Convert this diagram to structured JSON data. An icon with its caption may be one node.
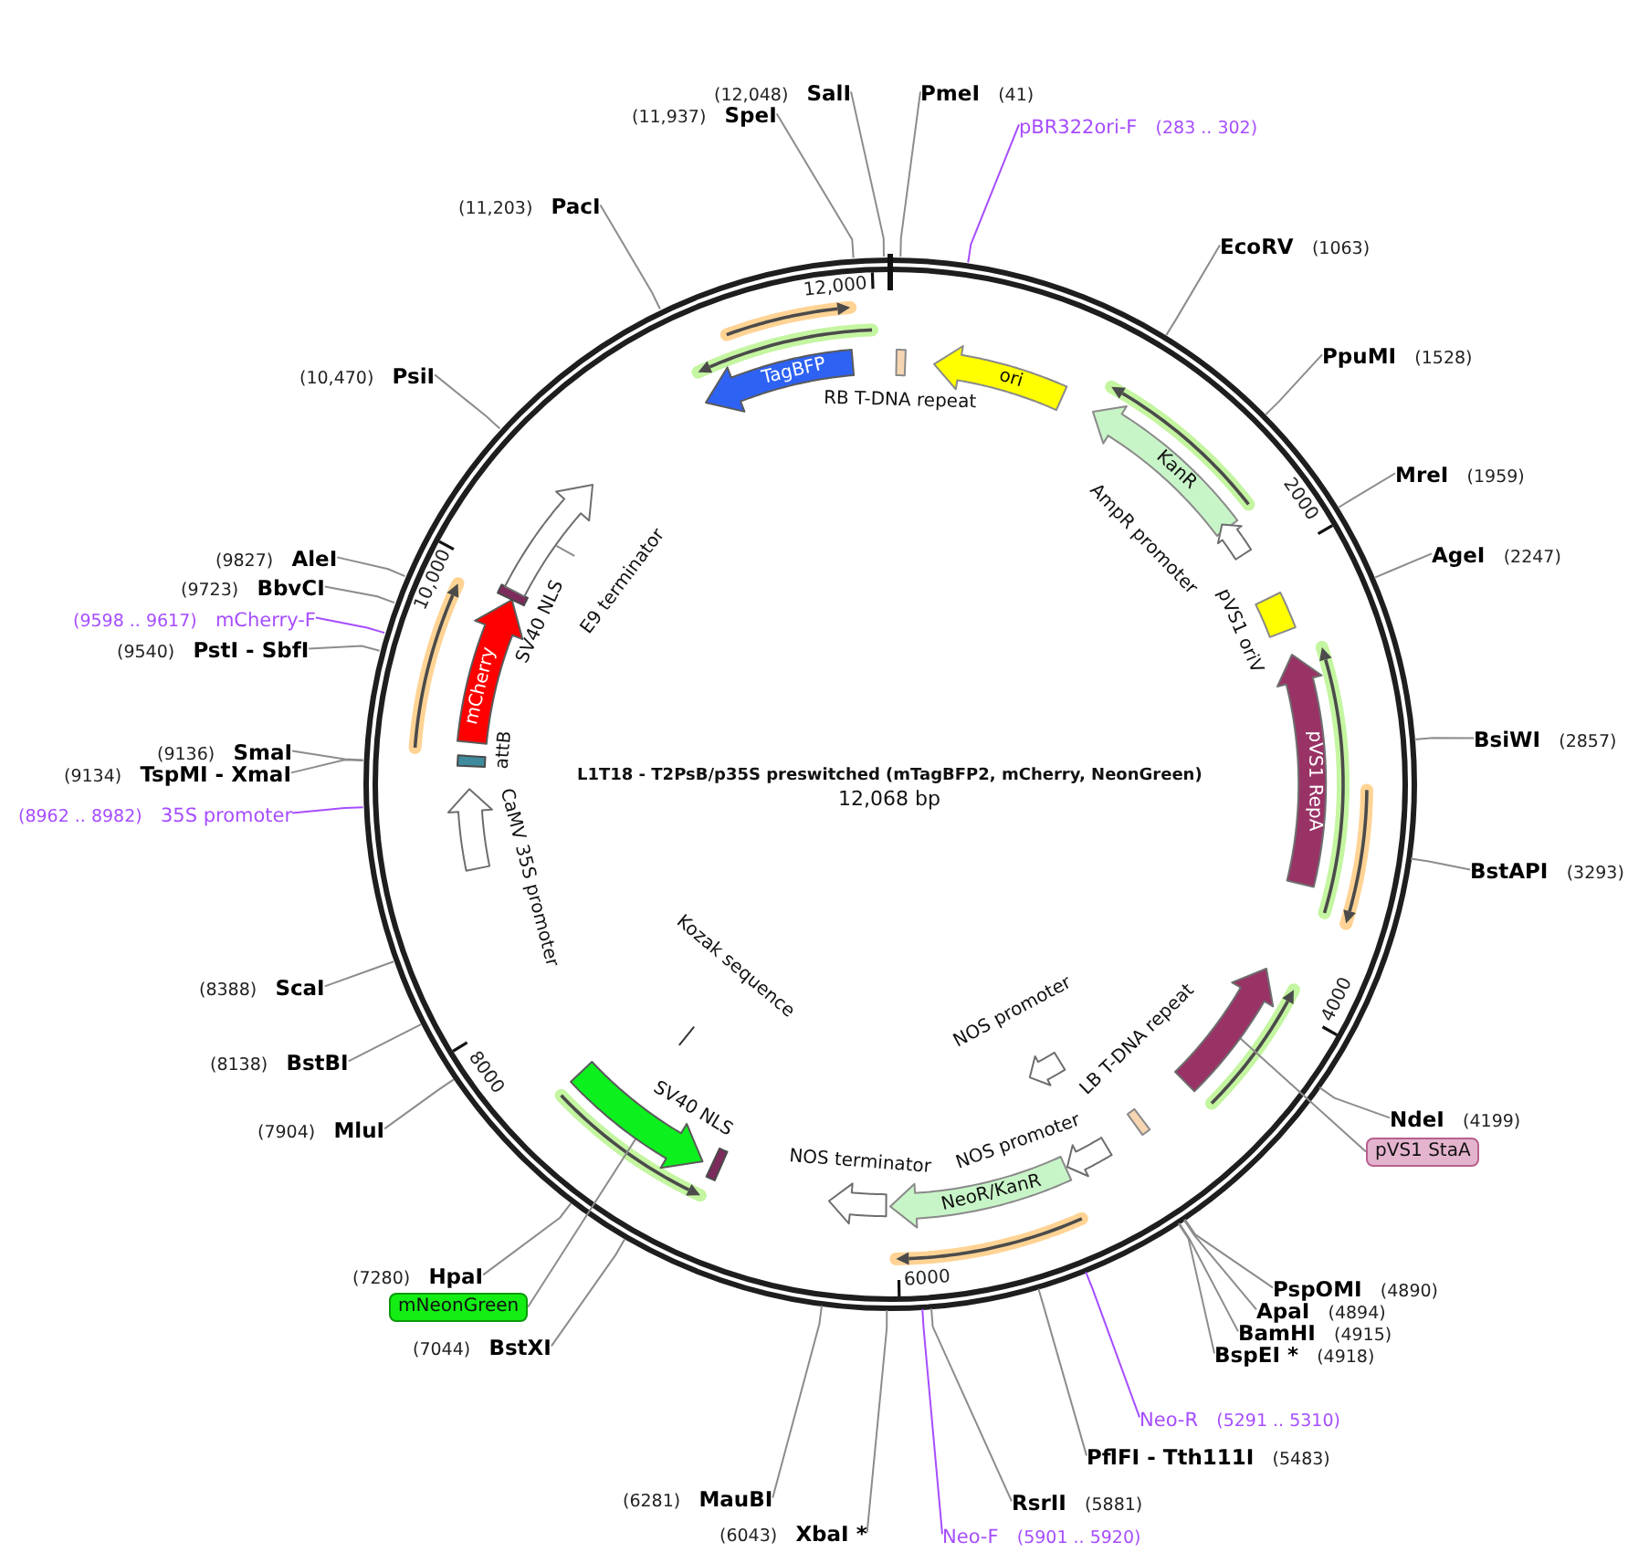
{
  "diagram": {
    "nodes": [
      {
        "text": [
          "L1T18 - T2PsB/p35S preswitched (mTagBFP2, mCherry, NeonGreen)",
          "12,068 bp"
        ]
      },
      {
        "text": [
          "RB T-DNA repeat"
        ],
        "in": 0
      },
      {
        "text": [
          "ori"
        ],
        "in": 0
      },
      {
        "text": [
          "KanR"
        ],
        "in": 0
      },
      {
        "text": [
          "AmpR promoter"
        ],
        "in": 0
      },
      {
        "text": [
          "pVS1 oriV"
        ],
        "in": 0
      },
      {
        "text": [
          "pVS1 RepA"
        ],
        "in": 0
      },
      {
        "text": [],
        "shape": "arrow",
        "in": 0
      },
      {
        "text": [
          "LB T-DNA repeat"
        ],
        "in": 0
      },
      {
        "text": [
          "NOS promoter"
        ],
        "in": 0
      },
      {
        "text": [
          "NOS promoter"
        ],
        "in": 0
      },
      {
        "text": [
          "NeoR/KanR"
        ],
        "in": 0
      },
      {
        "text": [
          "NOS terminator"
        ],
        "in": 0
      },
      {
        "text": [
          "SV40 NLS"
        ],
        "in": 0
      },
      {
        "text": [],
        "shape": "arrow",
        "in": 0
      },
      {
        "text": [
          "Kozak sequence"
        ],
        "in": 0
      },
      {
        "text": [
          "CaMV 35S promoter"
        ],
        "in": 0
      },
      {
        "text": [
          "attB"
        ],
        "in": 0
      },
      {
        "text": [
          "mCherry"
        ],
        "in": 0
      },
      {
        "text": [
          "SV40 NLS"
        ],
        "in": 0
      },
      {
        "text": [],
        "shape": "arrow",
        "in": 0
      },
      {
        "text": [
          "E9 terminator"
        ],
        "in": 0
      },
      {
        "text": [
          "TagBFP"
        ],
        "in": 0
      },
      {
        "text": [
          "PmeI",
          "(41)"
        ]
      },
      {
        "text": [
          "pBR322ori-F",
          "(283 .. 302)"
        ]
      },
      {
        "text": [
          "EcoRV",
          "(1063)"
        ]
      },
      {
        "text": [
          "PpuMI",
          "(1528)"
        ]
      },
      {
        "text": [
          "MreI",
          "(1959)"
        ]
      },
      {
        "text": [
          "AgeI",
          "(2247)"
        ]
      },
      {
        "text": [
          "BsiWI",
          "(2857)"
        ]
      },
      {
        "text": [
          "BstAPI",
          "(3293)"
        ]
      },
      {
        "text": [
          "NdeI",
          "(4199)"
        ]
      },
      {
        "text": [
          "pVS1 StaA"
        ]
      },
      {
        "text": [
          "PspOMI",
          "(4890)"
        ]
      },
      {
        "text": [
          "ApaI",
          "(4894)"
        ]
      },
      {
        "text": [
          "BamHI",
          "(4915)"
        ]
      },
      {
        "text": [
          "BspEI *",
          "(4918)"
        ]
      },
      {
        "text": [
          "Neo-R",
          "(5291 .. 5310)"
        ]
      },
      {
        "text": [
          "PflFI - Tth111I",
          "(5483)"
        ]
      },
      {
        "text": [
          "RsrII",
          "(5881)"
        ]
      },
      {
        "text": [
          "Neo-F",
          "(5901 .. 5920)"
        ]
      },
      {
        "text": [
          "(6043)",
          "XbaI *"
        ]
      },
      {
        "text": [
          "(6281)",
          "MauBI"
        ]
      },
      {
        "text": [
          "(7044)",
          "BstXI"
        ]
      },
      {
        "text": [
          "mNeonGreen"
        ]
      },
      {
        "text": [
          "(7280)",
          "HpaI"
        ]
      },
      {
        "text": [
          "(7904)",
          "MluI"
        ]
      },
      {
        "text": [
          "(8138)",
          "BstBI"
        ]
      },
      {
        "text": [
          "(8388)",
          "ScaI"
        ]
      },
      {
        "text": [
          "(8962 .. 8982)",
          "35S promoter"
        ]
      },
      {
        "text": [
          "(9134)",
          "TspMI - XmaI"
        ]
      },
      {
        "text": [
          "(9136)",
          "SmaI"
        ]
      },
      {
        "text": [
          "(9540)",
          "PstI - SbfI"
        ]
      },
      {
        "text": [
          "(9598 .. 9617)",
          "mCherry-F"
        ]
      },
      {
        "text": [
          "(9723)",
          "BbvCI"
        ]
      },
      {
        "text": [
          "(9827)",
          "AleI"
        ]
      },
      {
        "text": [
          "(10,470)",
          "PsiI"
        ]
      },
      {
        "text": [
          "(11,203)",
          "PacI"
        ]
      },
      {
        "text": [
          "(11,937)",
          "SpeI"
        ]
      },
      {
        "text": [
          "(12,048)",
          "SalI"
        ]
      }
    ],
    "edges": [
      {
        "from": 21,
        "to": 20,
        "arrow": "none"
      },
      {
        "from": 23,
        "to": 0,
        "arrow": "none"
      },
      {
        "from": 24,
        "to": 0,
        "arrow": "none",
        "color": "#a64dff"
      },
      {
        "from": 25,
        "to": 0,
        "arrow": "none"
      },
      {
        "from": 26,
        "to": 0,
        "arrow": "none"
      },
      {
        "from": 27,
        "to": 0,
        "arrow": "none"
      },
      {
        "from": 28,
        "to": 0,
        "arrow": "none"
      },
      {
        "from": 29,
        "to": 0,
        "arrow": "none"
      },
      {
        "from": 30,
        "to": 0,
        "arrow": "none"
      },
      {
        "from": 31,
        "to": 0,
        "arrow": "none"
      },
      {
        "from": 32,
        "to": 7,
        "arrow": "none"
      },
      {
        "from": 33,
        "to": 0,
        "arrow": "none"
      },
      {
        "from": 34,
        "to": 0,
        "arrow": "none"
      },
      {
        "from": 35,
        "to": 0,
        "arrow": "none"
      },
      {
        "from": 36,
        "to": 0,
        "arrow": "none"
      },
      {
        "from": 37,
        "to": 0,
        "arrow": "none",
        "color": "#a64dff"
      },
      {
        "from": 38,
        "to": 0,
        "arrow": "none"
      },
      {
        "from": 39,
        "to": 0,
        "arrow": "none"
      },
      {
        "from": 40,
        "to": 0,
        "arrow": "none",
        "color": "#a64dff"
      },
      {
        "from": 41,
        "to": 0,
        "arrow": "none"
      },
      {
        "from": 42,
        "to": 0,
        "arrow": "none"
      },
      {
        "from": 43,
        "to": 0,
        "arrow": "none"
      },
      {
        "from": 44,
        "to": 14,
        "arrow": "none"
      },
      {
        "from": 45,
        "to": 0,
        "arrow": "none"
      },
      {
        "from": 46,
        "to": 0,
        "arrow": "none"
      },
      {
        "from": 47,
        "to": 0,
        "arrow": "none"
      },
      {
        "from": 48,
        "to": 0,
        "arrow": "none"
      },
      {
        "from": 49,
        "to": 0,
        "arrow": "none",
        "color": "#a64dff"
      },
      {
        "from": 50,
        "to": 0,
        "arrow": "none"
      },
      {
        "from": 51,
        "to": 0,
        "arrow": "none"
      },
      {
        "from": 52,
        "to": 0,
        "arrow": "none"
      },
      {
        "from": 53,
        "to": 0,
        "arrow": "none",
        "color": "#a64dff"
      },
      {
        "from": 54,
        "to": 0,
        "arrow": "none"
      },
      {
        "from": 55,
        "to": 0,
        "arrow": "none"
      },
      {
        "from": 56,
        "to": 0,
        "arrow": "none"
      },
      {
        "from": 57,
        "to": 0,
        "arrow": "none"
      },
      {
        "from": 58,
        "to": 0,
        "arrow": "none"
      },
      {
        "from": 59,
        "to": 0,
        "arrow": "none"
      }
    ],
    "labels": [
      "12,000",
      "2000",
      "4000",
      "6000",
      "8000",
      "10,000"
    ]
  }
}
